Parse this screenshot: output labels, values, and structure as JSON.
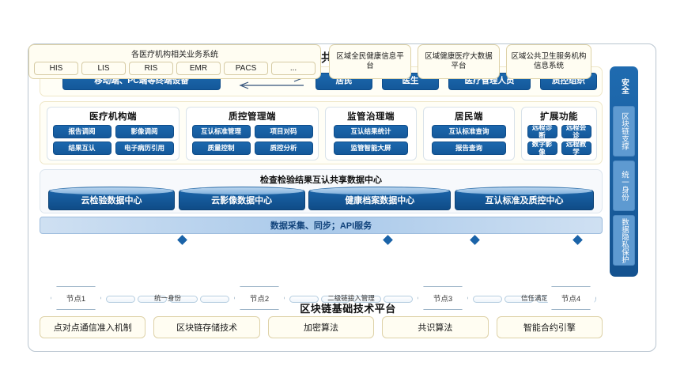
{
  "title": "检验检查结果共享互认平台",
  "terminals": {
    "primary": "移动端、PC端等终端设备",
    "arrow_icon": "bidirectional-arrow-icon",
    "roles": [
      "居民",
      "医生",
      "医疗管理人员",
      "质控组织"
    ]
  },
  "modules": [
    {
      "header": "医疗机构端",
      "items": [
        "报告调阅",
        "影像调阅",
        "结果互认",
        "电子病历引用"
      ]
    },
    {
      "header": "质控管理端",
      "items": [
        "互认标准管理",
        "项目对码",
        "质量控制",
        "质控分析"
      ]
    },
    {
      "header": "监管治理端",
      "items": [
        "互认结果统计",
        "监管智能大屏"
      ]
    },
    {
      "header": "居民端",
      "items": [
        "互认标准查询",
        "报告查询"
      ]
    },
    {
      "header": "扩展功能",
      "items": [
        "远程诊断",
        "远程会诊",
        "数字影像",
        "远程教学"
      ]
    }
  ],
  "data_center": {
    "title": "检查检验结果互认共享数据中心",
    "nodes": [
      "云检验数据中心",
      "云影像数据中心",
      "健康档案数据中心",
      "互认标准及质控中心"
    ]
  },
  "api_band": {
    "label": "数据采集、同步；API服务"
  },
  "systems": {
    "header": "各医疗机构相关业务系统",
    "chips": [
      "HIS",
      "LIS",
      "RIS",
      "EMR",
      "PACS",
      "..."
    ]
  },
  "platforms": [
    "区域全民健康信息平台",
    "区域健康医疗大数据平台",
    "区域公共卫生服务机构信息系统"
  ],
  "sidebar": {
    "top_label": "安全",
    "items": [
      "区块链支撑",
      "统一身份",
      "数据隐私保护"
    ]
  },
  "blockchain": {
    "title": "区块链基础技术平台",
    "nodes": [
      "节点1",
      "节点2",
      "节点3",
      "节点4"
    ],
    "link_labels": [
      "统一身份",
      "二级链接入管理",
      "信任满足"
    ],
    "tech": [
      "点对点通信准入机制",
      "区块链存储技术",
      "加密算法",
      "共识算法",
      "智能合约引擎"
    ]
  },
  "colors": {
    "accent_blue": "#1560a8",
    "panel_cream": "#fffef6",
    "band_blue": "#a9c9ea"
  }
}
